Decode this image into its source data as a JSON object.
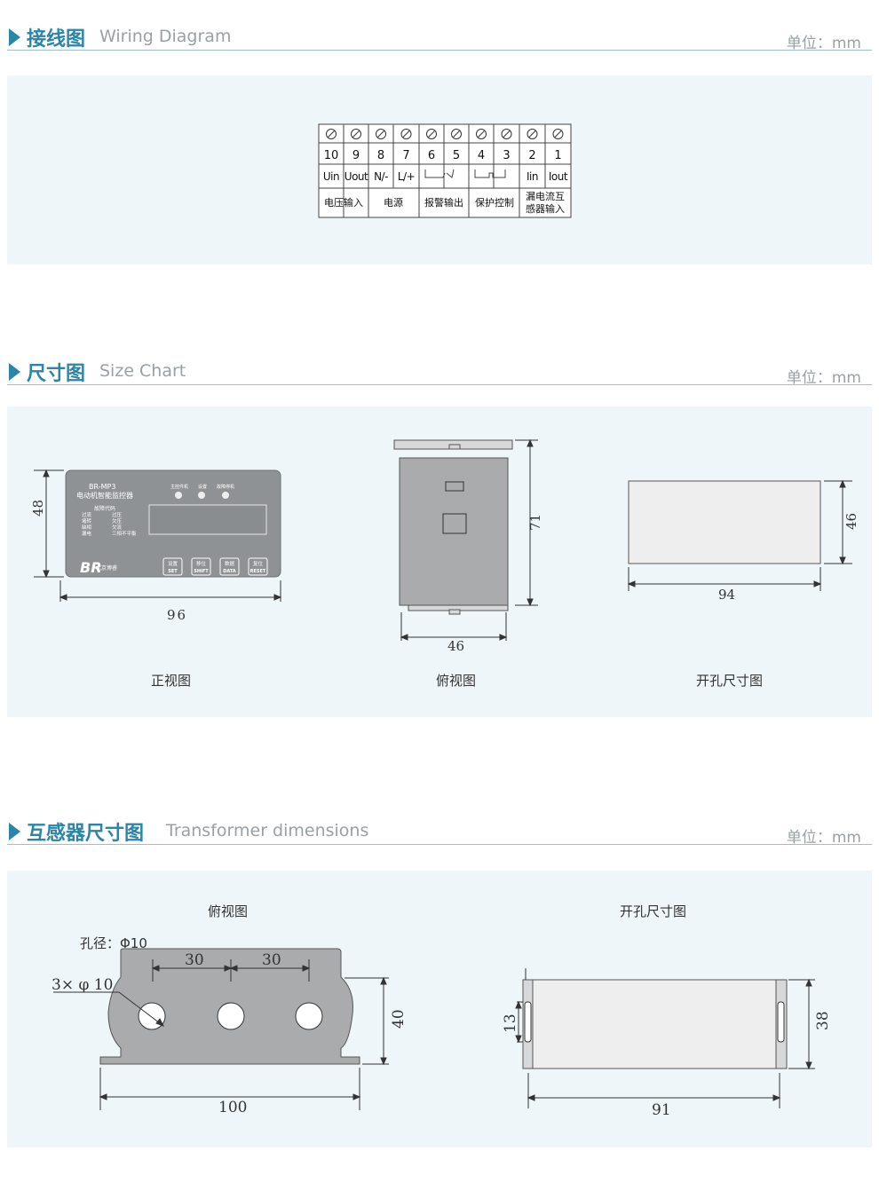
{
  "sections": [
    {
      "title_cn": "接线图",
      "title_en": "Wiring Diagram",
      "unit": "单位：mm"
    },
    {
      "title_cn": "尺寸图",
      "title_en": "Size Chart",
      "unit": "单位：mm"
    },
    {
      "title_cn": "互感器尺寸图",
      "title_en": "Transformer dimensions",
      "unit": "单位：mm"
    }
  ],
  "wiring": {
    "terminals": [
      "10",
      "9",
      "8",
      "7",
      "6",
      "5",
      "4",
      "3",
      "2",
      "1"
    ],
    "signals": [
      "Uin",
      "Uout",
      "N/-",
      "L/+",
      "",
      "",
      "",
      "",
      "Iin",
      "Iout"
    ],
    "groups": [
      "电压输入",
      "电源",
      "报警输出",
      "保护控制"
    ],
    "group_last_l1": "漏电流互",
    "group_last_l2": "感器输入"
  },
  "device": {
    "model": "BR-MP3",
    "name": "电动机智能监控器",
    "leds": [
      "主控件机",
      "设置",
      "故障停机"
    ],
    "fault_title": "故障代码",
    "codes_left": [
      "过流",
      "堵转",
      "缺相",
      "漏电"
    ],
    "codes_right": [
      "过压",
      "欠压",
      "欠流",
      "三相不平衡"
    ],
    "buttons": [
      {
        "cn": "设置",
        "en": "SET"
      },
      {
        "cn": "移位",
        "en": "SHIFT"
      },
      {
        "cn": "数据",
        "en": "DATA"
      },
      {
        "cn": "复位",
        "en": "RESET"
      }
    ],
    "logo": "北京博睿"
  },
  "size_chart": {
    "front": {
      "width": "96",
      "height": "48",
      "label": "正视图"
    },
    "top": {
      "width": "46",
      "height": "71",
      "label": "俯视图"
    },
    "cutout": {
      "width": "94",
      "height": "46",
      "label": "开孔尺寸图"
    }
  },
  "transformer": {
    "top_view_label": "俯视图",
    "cutout_label": "开孔尺寸图",
    "hole_note": "孔径：Φ10",
    "holes": "3× φ 10",
    "spacing1": "30",
    "spacing2": "30",
    "width": "100",
    "height": "40",
    "side_width": "91",
    "side_height": "38",
    "slot": "13"
  },
  "colors": {
    "accent": "#2a85a8",
    "panel": "#eef6f9",
    "device": "#8f9294",
    "part": "#a9abad"
  }
}
